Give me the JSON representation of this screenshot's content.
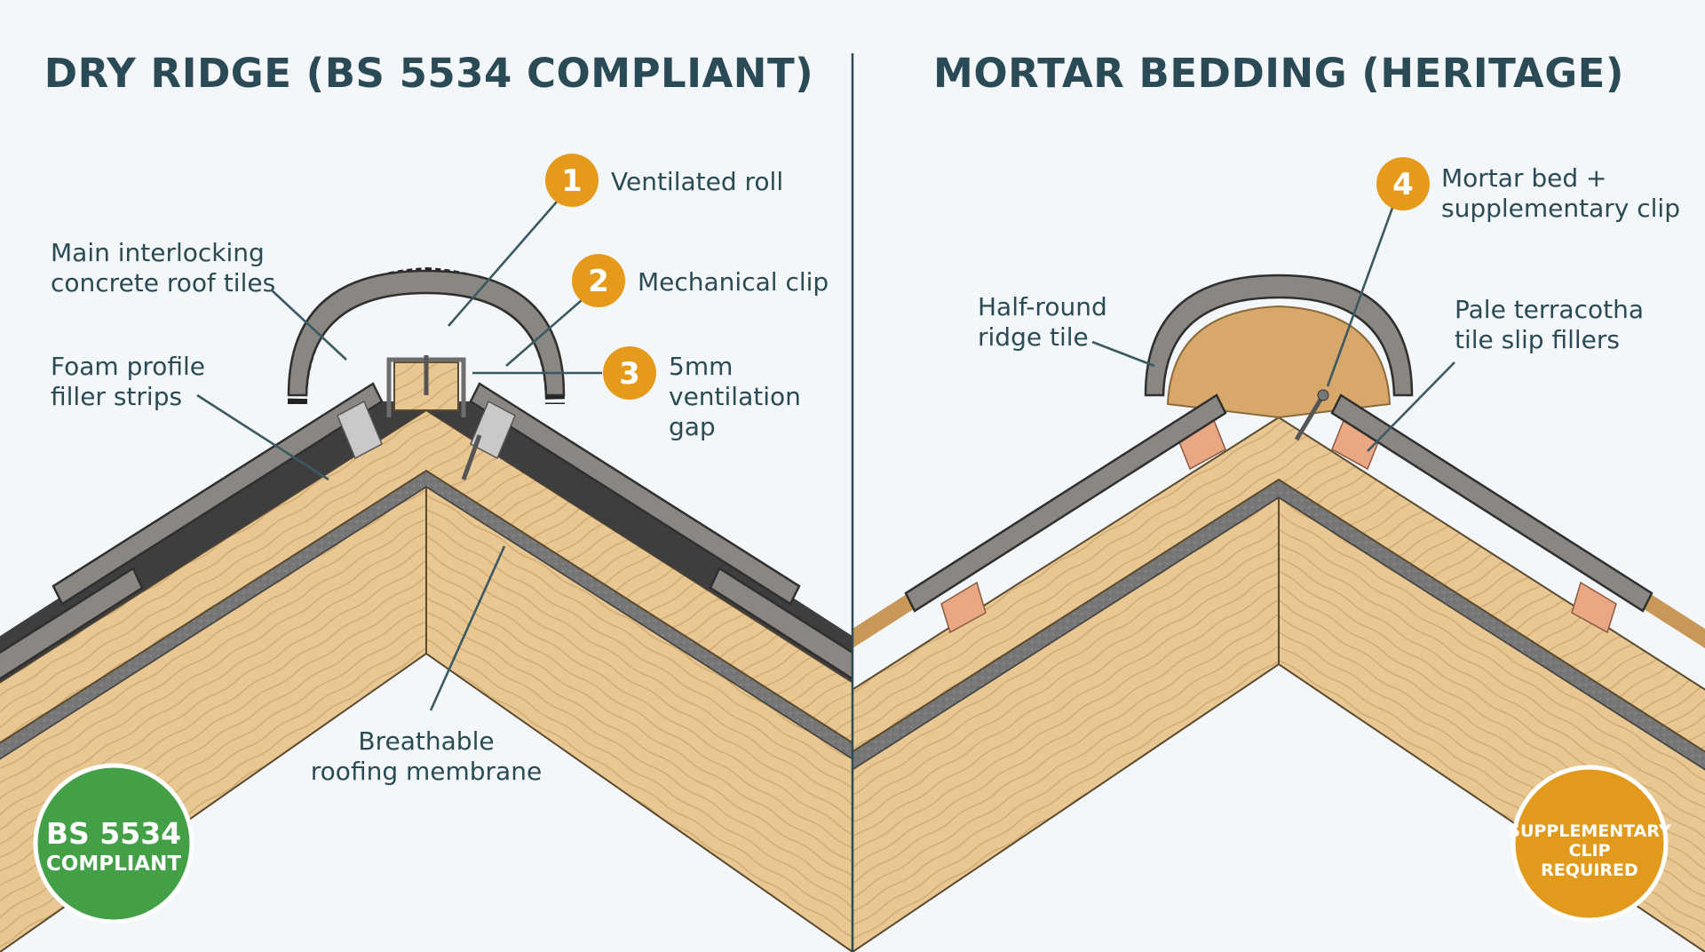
{
  "left": {
    "title": "DRY RIDGE (BS 5534 COMPLIANT)",
    "labels": {
      "tiles": [
        "Main interlocking",
        "concrete roof tiles"
      ],
      "foam": [
        "Foam profile",
        "filler strips"
      ],
      "membrane": [
        "Breathable",
        "roofing membrane"
      ]
    },
    "callouts": [
      {
        "number": "1",
        "lines": [
          "Ventilated roll"
        ]
      },
      {
        "number": "2",
        "lines": [
          "Mechanical clip"
        ]
      },
      {
        "number": "3",
        "lines": [
          "5mm",
          "ventilation",
          "gap"
        ]
      }
    ],
    "badge": {
      "line1": "BS 5534",
      "line2": "COMPLIANT",
      "color": "#43a047"
    }
  },
  "right": {
    "title": "MORTAR BEDDING (HERITAGE)",
    "labels": {
      "ridge": [
        "Half-round",
        "ridge tile"
      ],
      "slips": [
        "Pale terracotha",
        "tile slip fillers"
      ]
    },
    "callouts": [
      {
        "number": "4",
        "lines": [
          "Mortar bed +",
          "supplementary clip"
        ]
      }
    ],
    "badge": {
      "line1": "SUPPLEMENTARY",
      "line2": "CLIP",
      "line3": "REQUIRED",
      "color": "#e29a1c"
    }
  },
  "colors": {
    "callout": "#e59a1c",
    "text": "#2a4a55",
    "timber": "#e8c793",
    "tile": "#7d7a76",
    "mortar": "#d8a86a",
    "slip": "#e9a783",
    "membrane": "#6e6e6e"
  }
}
